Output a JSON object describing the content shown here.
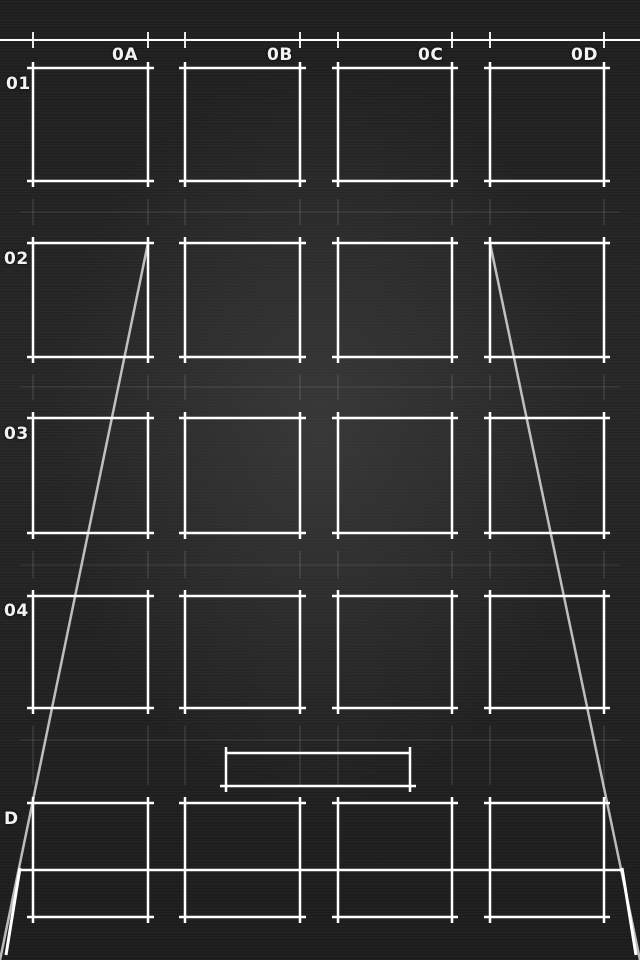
{
  "colors": {
    "line": "#ffffff",
    "background": "#1a1a1a"
  },
  "column_labels": [
    "0A",
    "0B",
    "0C",
    "0D"
  ],
  "row_labels": [
    "01",
    "02",
    "03",
    "04"
  ],
  "dock_label": "D"
}
